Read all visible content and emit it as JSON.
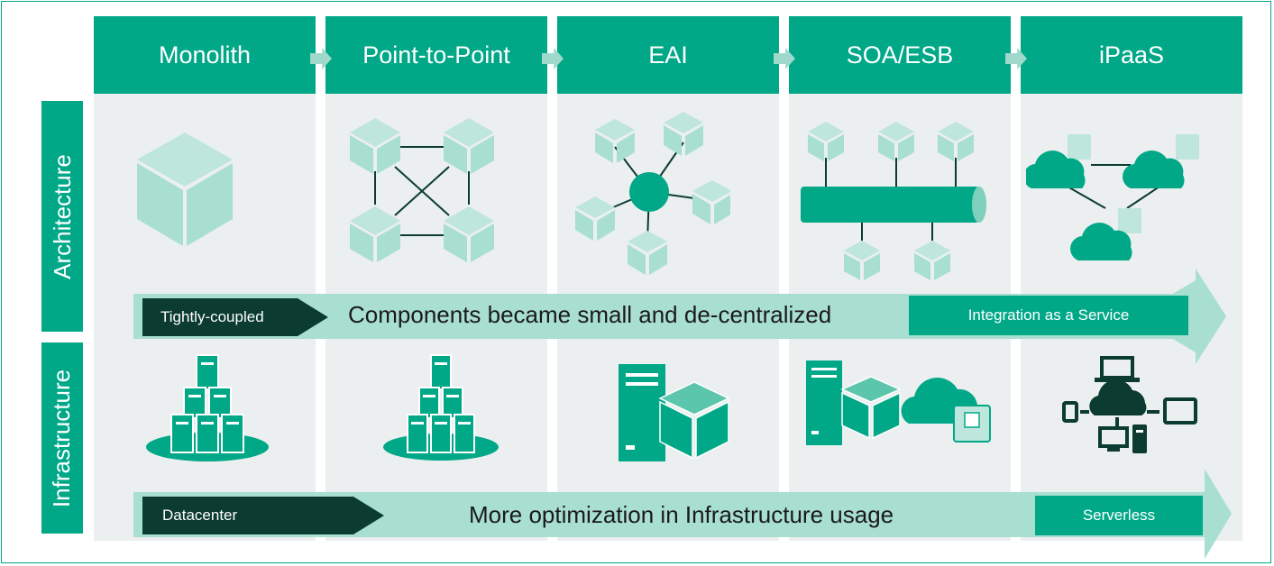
{
  "stages": [
    {
      "label": "Monolith"
    },
    {
      "label": "Point-to-Point"
    },
    {
      "label": "EAI"
    },
    {
      "label": "SOA/ESB"
    },
    {
      "label": "iPaaS"
    }
  ],
  "rows": {
    "architecture": "Architecture",
    "infrastructure": "Infrastructure"
  },
  "architecture_band": {
    "start_tag": "Tightly-coupled",
    "text": "Components became small and de-centralized",
    "end_tag": "Integration as a Service"
  },
  "infrastructure_band": {
    "start_tag": "Datacenter",
    "text": "More optimization in Infrastructure usage",
    "end_tag": "Serverless"
  },
  "colors": {
    "primary": "#00a888",
    "light": "#a8dfd1",
    "dark": "#0b3b31",
    "panel": "#ebefef"
  },
  "icons": {
    "monolith": "cube-icon",
    "point_to_point": "mesh-cubes-icon",
    "eai": "hub-spoke-icon",
    "soa_esb": "service-bus-icon",
    "ipaas": "cloud-network-icon",
    "datacenter": "server-stack-icon",
    "virtual": "server-cube-icon",
    "hybrid": "server-cloud-icon",
    "serverless": "devices-cloud-icon"
  }
}
